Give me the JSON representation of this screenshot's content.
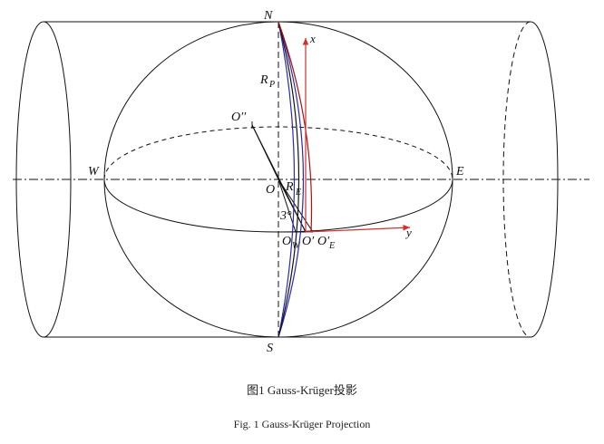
{
  "labels": {
    "north": "N",
    "south": "S",
    "west": "W",
    "east": "E",
    "center": "O",
    "polar_radius": "R",
    "polar_radius_sub": "P",
    "o_double_prime": "O′′",
    "equatorial_radius": "R",
    "equatorial_radius_sub": "E",
    "angle": "3°",
    "o_west": "O",
    "o_west_sub": "W",
    "o_prime": "O′",
    "o_east": "O′",
    "o_east_sub": "E",
    "x_axis": "x",
    "y_axis": "y"
  },
  "captions": {
    "chinese": "图1  Gauss-Krüger投影",
    "english": "Fig. 1  Gauss-Krüger Projection"
  },
  "colors": {
    "line": "#111111",
    "meridian_blue": "#2a2ab0",
    "meridian_red": "#b01010",
    "axis_red": "#d03030"
  }
}
